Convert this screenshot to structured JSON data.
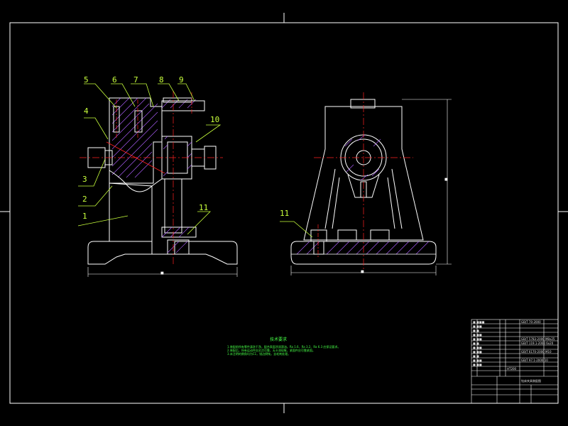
{
  "drawing": {
    "colors": {
      "background": "#000000",
      "outline": "#ffffff",
      "leader": "#c8ff3c",
      "centerline": "#ff2020",
      "hatch": "#b060ff",
      "notes": "#46ff46"
    },
    "part_numbers_left": [
      "1",
      "2",
      "3",
      "4",
      "5",
      "6",
      "7",
      "8",
      "9",
      "10",
      "11"
    ],
    "part_numbers_right": [
      "11"
    ],
    "dimension_marks": [
      "■",
      "■",
      "■"
    ],
    "notes": {
      "title": "技术要求",
      "lines": [
        "1.装配前所有零件清洗干净，配合表面涂润滑油。Ra 1.6、Ra 3.2、Ra 6.3 应保证要求。",
        "2.装配后，所有运动件应灵活可靠，无卡滞现象，紧固件应可靠紧固。",
        "3.未注明的倒角均为C1，锐边倒钝，去毛刺处理。"
      ]
    },
    "title_block": {
      "drawing_name": "钻床夹具装配图",
      "rows": [
        "■ ■■■",
        "■ ■■",
        "■ ■",
        "■ ■■",
        "■ ■■",
        "■ ■",
        "■ ■■",
        "■ ■■",
        "■ ■",
        "■ ■■",
        "■ ■■"
      ],
      "spec_rows": [
        "GB/T 70-2000",
        "GB/T 5783-2000 M8x25",
        "GB/T 119.1-2000 6x20",
        "GB/T 6170-2000 M10",
        "GB/T 97.1-2000 10"
      ],
      "material_cell": "HT200"
    }
  }
}
